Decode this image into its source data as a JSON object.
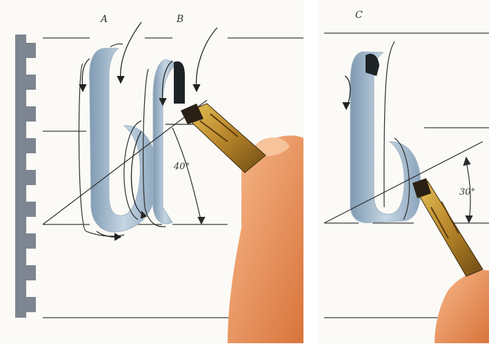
{
  "panels": [
    {
      "label": "A"
    },
    {
      "label": "B"
    },
    {
      "label": "C"
    }
  ],
  "angles": {
    "left_angle": "40°",
    "right_angle": "30°"
  },
  "colors": {
    "paper": "#fbfaf6",
    "ruling": "#3a3a3a",
    "stroke_blue": "#a9bfd2",
    "stroke_blue_dark": "#7f9ab2",
    "ink_black": "#1e2326",
    "nib_gold": "#c79a2c",
    "skin": "#f0a06a",
    "comb_gray": "#7d8590"
  }
}
